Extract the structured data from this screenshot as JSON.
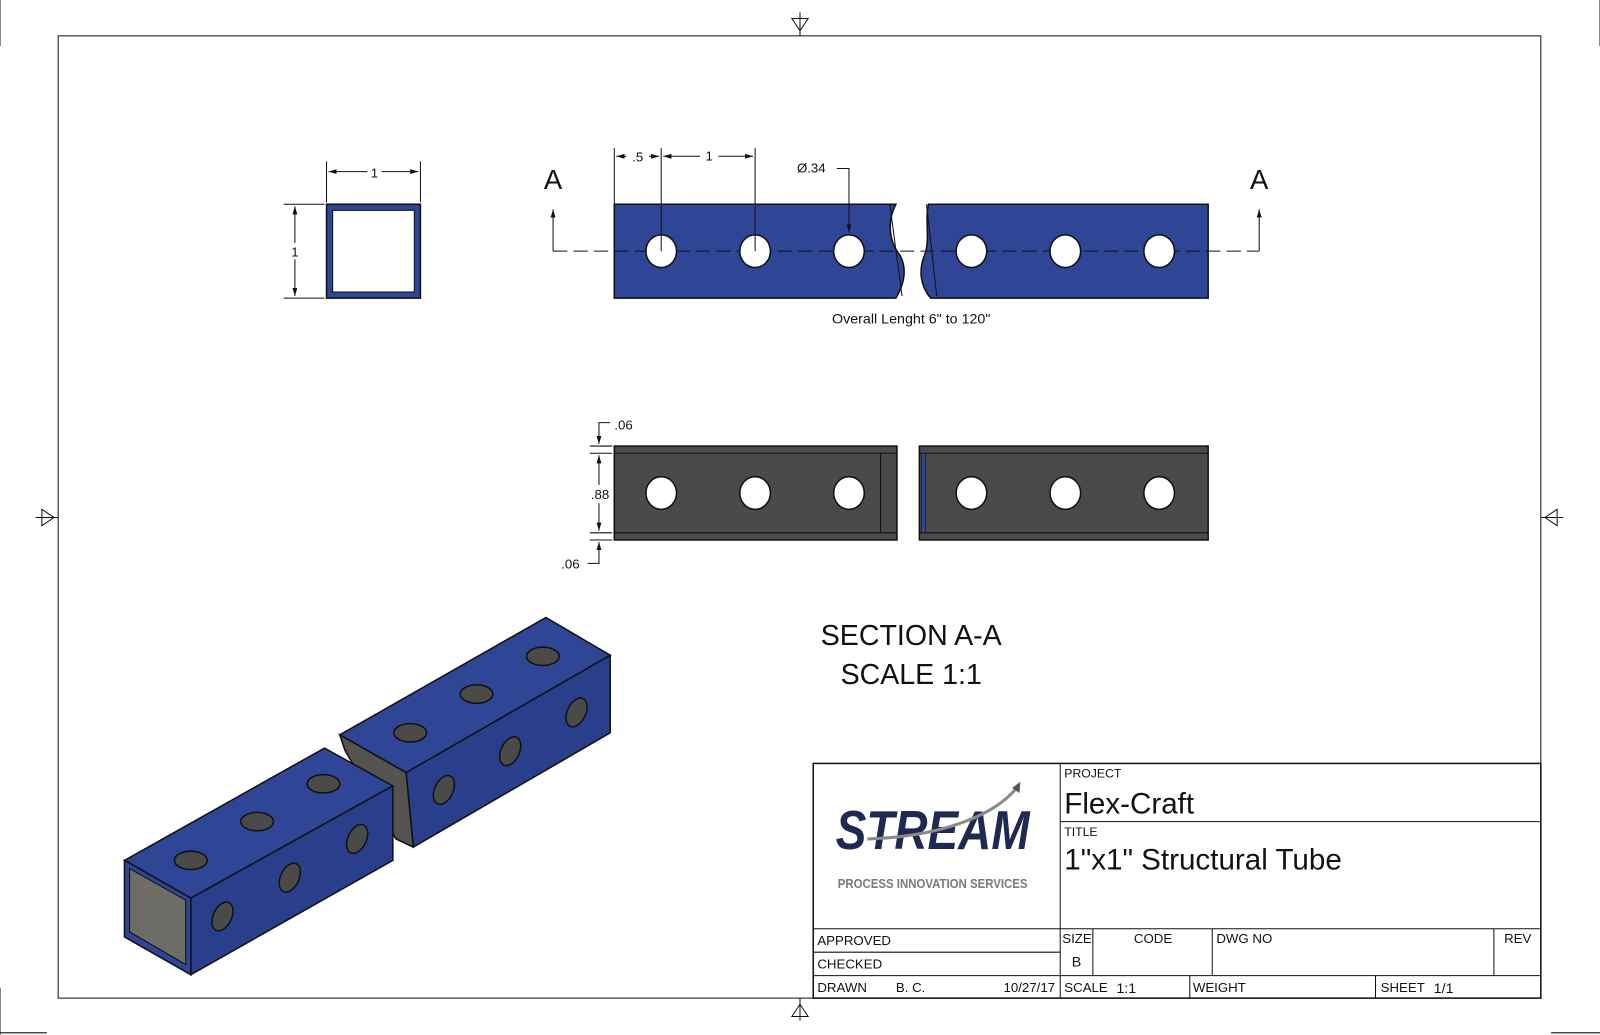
{
  "drawing": {
    "section_label_left": "A",
    "section_label_right": "A",
    "end_view": {
      "width_dim": "1",
      "height_dim": "1"
    },
    "side_view": {
      "dim_first_hole": ".5",
      "dim_pitch": "1",
      "dim_hole_dia": "Ø.34",
      "length_note": "Overall Lenght 6\" to 120\""
    },
    "section_view": {
      "dim_top_wall": ".06",
      "dim_inner": ".88",
      "dim_bottom_wall": ".06",
      "title": "SECTION A-A",
      "scale": "SCALE 1:1"
    },
    "colors": {
      "tube": "#2f4596",
      "section": "#4a4a48"
    }
  },
  "title_block": {
    "logo_text": "STREAM",
    "logo_tagline": "PROCESS INNOVATION SERVICES",
    "project_label": "PROJECT",
    "project_value": "Flex-Craft",
    "title_label": "TITLE",
    "title_value": "1\"x1\" Structural Tube",
    "approved_label": "APPROVED",
    "checked_label": "CHECKED",
    "drawn_label": "DRAWN",
    "drawn_by": "B. C.",
    "drawn_date": "10/27/17",
    "size_label": "SIZE",
    "size_value": "B",
    "code_label": "CODE",
    "dwg_no_label": "DWG NO",
    "rev_label": "REV",
    "scale_label": "SCALE",
    "scale_value": "1:1",
    "weight_label": "WEIGHT",
    "sheet_label": "SHEET",
    "sheet_value": "1/1"
  }
}
